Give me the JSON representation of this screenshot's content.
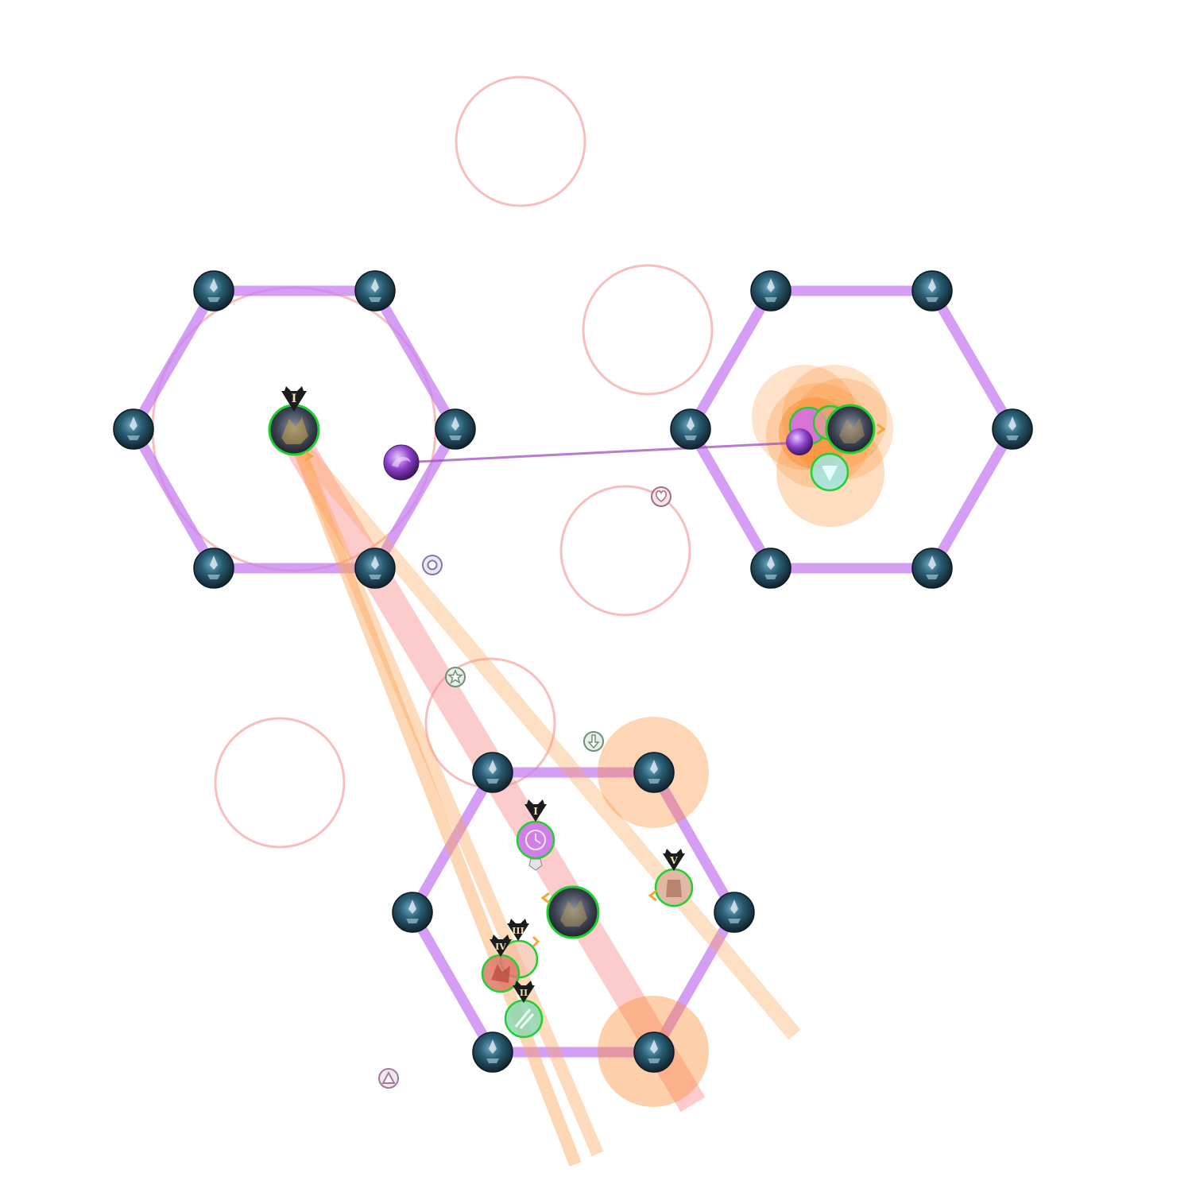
{
  "arena": {
    "colors": {
      "background": "#ffffff",
      "hex_outline": "#c77df2",
      "danger_ring": "#f6b3b3",
      "line_aoe_red": "#f98e8e",
      "line_aoe_orange": "#fca65a",
      "orange_aoe": "#fb8a2c",
      "player_ring": "#1fd130",
      "tower": "#1e4d63",
      "tether": "#a14fc0"
    },
    "role_numerals": {
      "boss_left": "I",
      "player_1": "I",
      "player_2": "II",
      "player_3": "III",
      "player_4": "IV",
      "player_5": "V"
    },
    "waymarks": {
      "star": "star-waymark-icon",
      "circle": "circle-waymark-icon",
      "heart": "heart-waymark-icon",
      "triangle": "triangle-waymark-icon",
      "arrow": "down-arrow-waymark-icon"
    }
  }
}
